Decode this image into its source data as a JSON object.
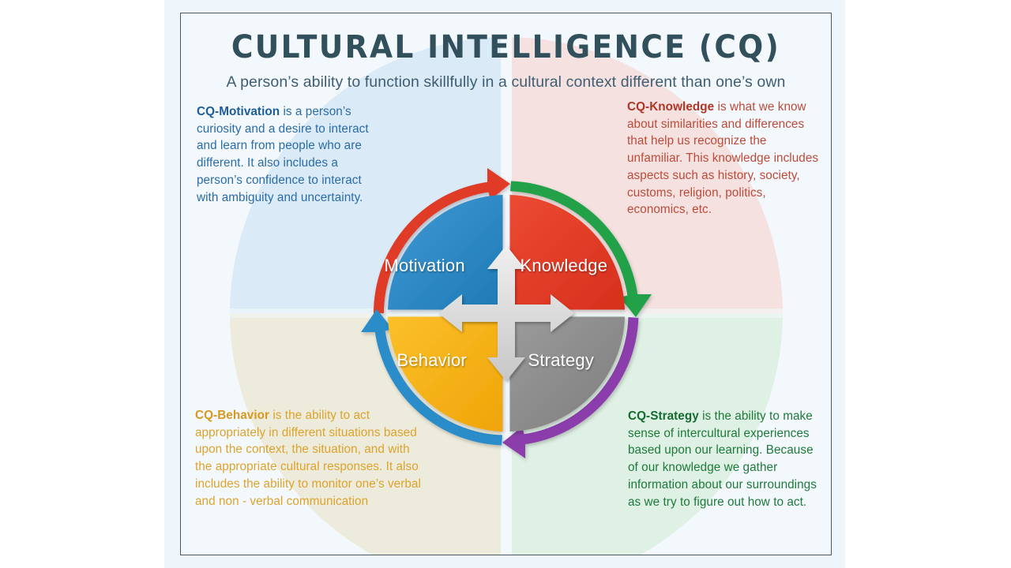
{
  "slide": {
    "background_color": "#eef5fb",
    "frame_border_color": "#4b5a60"
  },
  "header": {
    "title": "CULTURAL INTELLIGENCE (CQ)",
    "subtitle": "A person’s ability to function skillfully in a cultural context different than one’s own",
    "title_color": "#31505c",
    "subtitle_color": "#3e5d72"
  },
  "descriptions": {
    "motivation": {
      "term": "CQ-Motivation",
      "body": " is a person’s curiosity and a desire to interact and learn from people who are different. It also includes a person’s confidence to interact with ambiguity and uncertainty.",
      "color": "#2a6ca8"
    },
    "knowledge": {
      "term": "CQ-Knowledge",
      "body": " is what we know about similarities and differences that help us recognize the unfamiliar. This knowledge includes aspects such as history, society, customs, religion, politics, economics, etc.",
      "color": "#bd4a38"
    },
    "behavior": {
      "term": "CQ-Behavior",
      "body": " is the ability to act appropriately in different situations based upon the context, the situation, and with the appropriate cultural responses. It also includes the ability to monitor one’s verbal and non - verbal communication",
      "color": "#dda32c"
    },
    "strategy": {
      "term": "CQ-Strategy",
      "body": " is the ability to make sense of intercultural experiences based upon our learning. Because of our knowledge we gather information about our surroundings as we try to figure out how to act.",
      "color": "#1d7a3a"
    }
  },
  "wheel": {
    "quadrants": [
      {
        "label": "Motivation",
        "position": "top-left",
        "fill": "#2b8cc8",
        "arc_color": "#e03a28",
        "arc_name": "red-arc-arrow"
      },
      {
        "label": "Knowledge",
        "position": "top-right",
        "fill": "#e23b26",
        "arc_color": "#22a14a",
        "arc_name": "green-arc-arrow"
      },
      {
        "label": "Behavior",
        "position": "bottom-left",
        "fill": "#f5b210",
        "arc_color": "#2b8cc8",
        "arc_name": "blue-arc-arrow"
      },
      {
        "label": "Strategy",
        "position": "bottom-right",
        "fill": "#8d8d8d",
        "arc_color": "#8a3cab",
        "arc_name": "purple-arc-arrow"
      }
    ],
    "center_cross": {
      "name": "four-way-arrow-cross",
      "color": "#d4d4d4",
      "directions": [
        "up",
        "right",
        "down",
        "left"
      ]
    },
    "label_color": "#ffffff"
  },
  "background_quadrants": {
    "top_left": "#dbeaf7",
    "top_right": "#f5e2e0",
    "bottom_left": "#edebdb",
    "bottom_right": "#dff0e4"
  }
}
